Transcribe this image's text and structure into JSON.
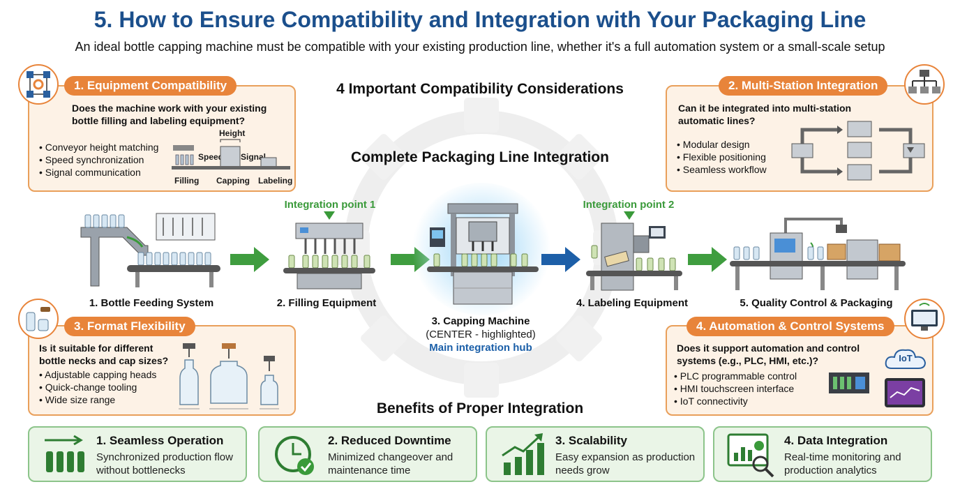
{
  "title": "5. How to Ensure Compatibility and Integration with Your Packaging Line",
  "subtitle": "An ideal bottle capping machine must be compatible with your existing production line, whether it's a full automation system or a small-scale setup",
  "sections": {
    "considerations": "4 Important Compatibility Considerations",
    "line": "Complete Packaging Line Integration",
    "benefits": "Benefits of Proper Integration"
  },
  "cards": {
    "equipment": {
      "title": "1. Equipment Compatibility",
      "question": "Does the machine work with your existing bottle filling and labeling equipment?",
      "items": [
        "Conveyor height matching",
        "Speed synchronization",
        "Signal communication"
      ],
      "diagram": {
        "height": "Height",
        "speed": "Speed",
        "signal": "Signal",
        "filling": "Filling",
        "capping": "Capping",
        "labeling": "Labeling"
      }
    },
    "multistation": {
      "title": "2. Multi-Station Integration",
      "question": "Can it be integrated into multi-station automatic lines?",
      "items": [
        "Modular design",
        "Flexible positioning",
        "Seamless workflow"
      ]
    },
    "format": {
      "title": "3. Format Flexibility",
      "question": "Is it suitable for different bottle necks and cap sizes?",
      "items": [
        "Adjustable capping heads",
        "Quick-change tooling",
        "Wide size range"
      ]
    },
    "automation": {
      "title": "4. Automation & Control Systems",
      "question": "Does it support automation and control systems (e.g., PLC, HMI, etc.)?",
      "items": [
        "PLC programmable control",
        "HMI touchscreen interface",
        "IoT connectivity"
      ],
      "iot": "IoT"
    }
  },
  "stages": [
    {
      "label": "1. Bottle Feeding System"
    },
    {
      "label": "2. Filling Equipment"
    },
    {
      "label": "3. Capping Machine",
      "note": "(CENTER - highlighted)",
      "hub": "Main integration hub"
    },
    {
      "label": "4. Labeling Equipment"
    },
    {
      "label": "5. Quality Control & Packaging"
    }
  ],
  "integration_points": [
    "Integration point 1",
    "Integration point 2"
  ],
  "benefits": [
    {
      "title": "1. Seamless Operation",
      "desc": "Synchronized production flow without bottlenecks"
    },
    {
      "title": "2. Reduced Downtime",
      "desc": "Minimized changeover and maintenance time"
    },
    {
      "title": "3. Scalability",
      "desc": "Easy expansion as production needs grow"
    },
    {
      "title": "4. Data Integration",
      "desc": "Real-time monitoring and production analytics"
    }
  ],
  "colors": {
    "title": "#1b4f8c",
    "orange": "#e8843a",
    "green": "#3a9a3a",
    "blue_arrow": "#1d5fa8",
    "hub_glow": "#8fd0f5"
  }
}
